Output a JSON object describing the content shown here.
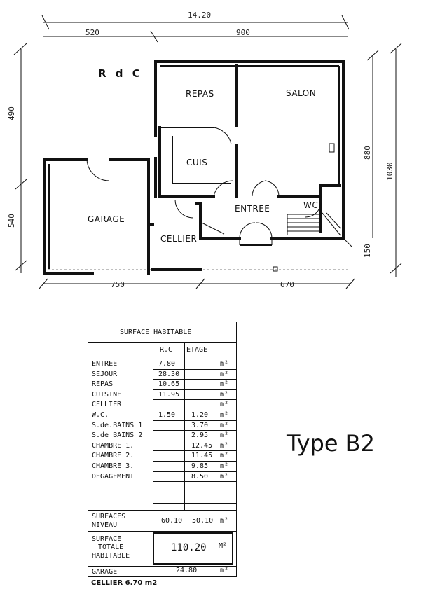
{
  "plan": {
    "level_label": "R d C",
    "dimensions": {
      "top_total": "14.20",
      "top_left": "520",
      "top_right": "900",
      "left_upper": "490",
      "left_lower": "540",
      "right_inner": "880",
      "right_outer": "1030",
      "right_small": "150",
      "bottom_left": "750",
      "bottom_right": "670"
    },
    "rooms": {
      "repas": "REPAS",
      "salon": "SALON",
      "cuis": "CUIS",
      "garage": "GARAGE",
      "entree": "ENTREE",
      "wc": "WC",
      "cellier": "CELLIER"
    }
  },
  "table": {
    "title": "SURFACE HABITABLE",
    "col_rc": "R.C",
    "col_etage": "ETAGE",
    "unit": "m²",
    "rows": [
      {
        "label": "ENTREE",
        "rc": "7.80",
        "etage": "",
        "unit": "m²"
      },
      {
        "label": "SEJOUR",
        "rc": "28.30",
        "etage": "",
        "unit": "m²"
      },
      {
        "label": "REPAS",
        "rc": "10.65",
        "etage": "",
        "unit": "m²"
      },
      {
        "label": "CUISINE",
        "rc": "11.95",
        "etage": "",
        "unit": "m²"
      },
      {
        "label": "CELLIER",
        "rc": "",
        "etage": "",
        "unit": "m²"
      },
      {
        "label": "W.C.",
        "rc": "1.50",
        "etage": "1.20",
        "unit": "m²"
      },
      {
        "label": "S.de.BAINS 1",
        "rc": "",
        "etage": "3.70",
        "unit": "m²"
      },
      {
        "label": "S.de BAINS 2",
        "rc": "",
        "etage": "2.95",
        "unit": "m²"
      },
      {
        "label": "CHAMBRE 1.",
        "rc": "",
        "etage": "12.45",
        "unit": "m²"
      },
      {
        "label": "CHAMBRE 2.",
        "rc": "",
        "etage": "11.45",
        "unit": "m²"
      },
      {
        "label": "CHAMBRE 3.",
        "rc": "",
        "etage": "9.85",
        "unit": "m²"
      },
      {
        "label": "DEGAGEMENT",
        "rc": "",
        "etage": "8.50",
        "unit": "m²"
      }
    ],
    "surfaces_niveau_label1": "SURFACES",
    "surfaces_niveau_label2": "NIVEAU",
    "surfaces_niveau_rc": "60.10",
    "surfaces_niveau_etage": "50.10",
    "surfaces_niveau_unit": "m²",
    "total_label1": "SURFACE",
    "total_label2": "TOTALE",
    "total_label3": "HABITABLE",
    "total_value": "110.20",
    "total_unit": "M²",
    "garage_label": "GARAGE",
    "garage_value": "24.80",
    "garage_unit": "m²"
  },
  "cellier_note": "CELLIER 6.70 m2",
  "type_label": "Type B2"
}
